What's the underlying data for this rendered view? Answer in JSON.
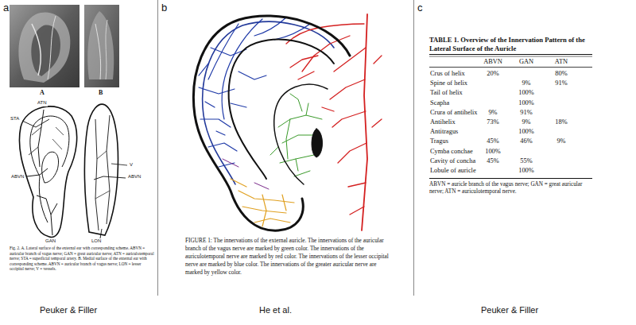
{
  "diagram": {
    "labels": [
      "a",
      "b",
      "c",
      "A",
      "B",
      "ATN",
      "STA",
      "ABVN",
      "GAN",
      "V",
      "ABVN",
      "LON",
      "Fig. 2. A. Lateral surface of the external ear with corresponding scheme. ABVN = auricular branch of vagus nerve; GAN = great auricular nerve; ATN = auriculotemporal nerve; STA = superficial temporal artery. B. Medial surface of the external ear with corresponding scheme. ABVN = auricular branch of vagus nerve; LON = lesser occipital nerve; V = vessels.",
      "FIGURE 1: The innervations of the external auricle. The innervations of the auricular branch of the vagus nerve are marked by green color. The innervations of the auriculotemporal nerve are marked by red color. The innervations of the lesser occipital nerve are marked by blue color. The innervations of the greater auricular nerve are marked by yellow color.",
      "TABLE 1. Overview of the Innervation Pattern of the Lateral Surface of the Auricle",
      "ABVN",
      "GAN",
      "ATN",
      "Crus of helix",
      "20%",
      "80%",
      "Spine of helix",
      "9%",
      "91%",
      "Tail of helix",
      "100%",
      "Scapha",
      "100%",
      "Crura of antihelix",
      "9%",
      "91%",
      "Antihelix",
      "73%",
      "9%",
      "18%",
      "Antitragus",
      "100%",
      "Tragus",
      "45%",
      "46%",
      "9%",
      "Cymba conchae",
      "100%",
      "Cavity of concha",
      "45%",
      "55%",
      "Lobule of auricle",
      "100%",
      "ABVN = auricle branch of the vagus nerve; GAN = great auricular nerve; ATN = auriculotemporal nerve.",
      "Peuker & Filler",
      "He et al.",
      "Peuker & Filler"
    ]
  }
}
